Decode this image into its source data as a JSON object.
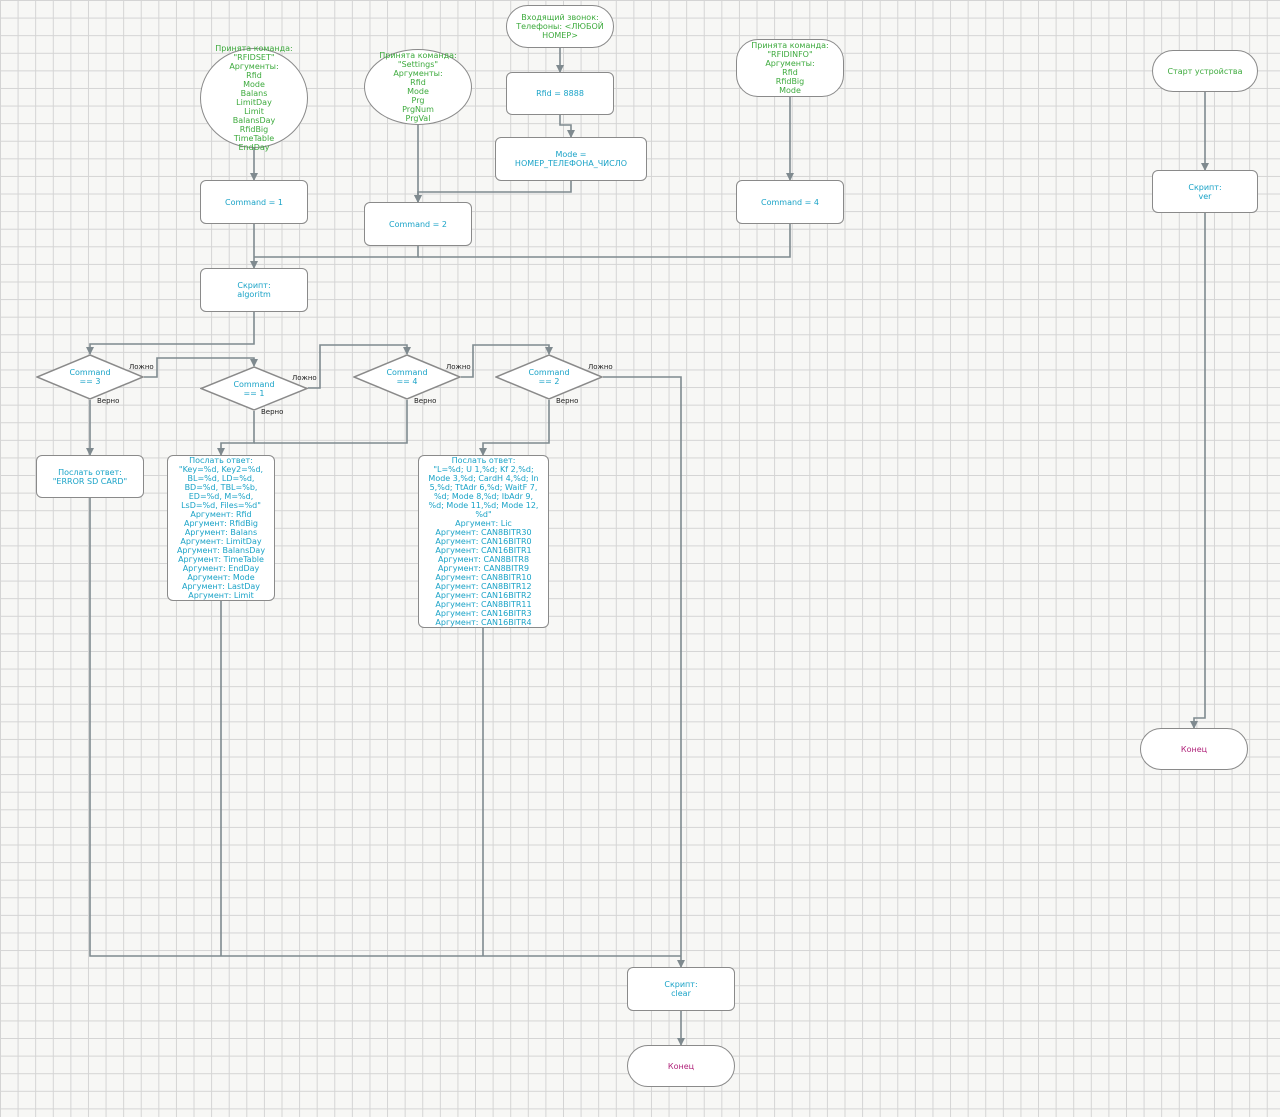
{
  "colors": {
    "line": "#7f8a8f",
    "border": "#8a8a8a",
    "trigger_text": "#3daa3d",
    "action_text": "#1aa3c7",
    "end_text": "#b0237a"
  },
  "nodes": {
    "cmd_rfidset": "Принята команда:\n\"RFIDSET\"\nАргументы:\nRfid\nMode\nBalans\nLimitDay\nLimit\nBalansDay\nRfidBig\nTimeTable\nEndDay",
    "cmd_settings": "Принята команда:\n\"Settings\"\nАргументы:\nRfid\nMode\nPrg\nPrgNum\nPrgVal",
    "incoming_call": "Входящий звонок:\nТелефоны: <ЛЮБОЙ\nНОМЕР>",
    "rfid_8888": "Rfid = 8888",
    "mode_phone": "Mode =\nНОМЕР_ТЕЛЕФОНА_ЧИСЛО",
    "cmd_rfidinfo": "Принята команда:\n\"RFIDINFO\"\nАргументы:\nRfid\nRfidBig\nMode",
    "device_start": "Старт устройства",
    "command_1": "Command = 1",
    "command_2": "Command = 2",
    "command_4": "Command = 4",
    "script_ver": "Скрипт:\nver",
    "script_algoritm": "Скрипт:\nalgoritm",
    "dec_cmd3": "Command\n== 3",
    "dec_cmd1": "Command\n== 1",
    "dec_cmd4": "Command\n== 4",
    "dec_cmd2": "Command\n== 2",
    "send_error": "Послать ответ:\n\"ERROR SD CARD\"",
    "send_keys": "Послать ответ:\n\"Key=%d, Key2=%d,\nBL=%d, LD=%d,\nBD=%d, TBL=%b,\nED=%d, M=%d,\nLsD=%d, Files=%d\"\nАргумент: Rfid\nАргумент: RfidBig\nАргумент: Balans\nАргумент: LimitDay\nАргумент: BalansDay\nАргумент: TimeTable\nАргумент: EndDay\nАргумент: Mode\nАргумент: LastDay\nАргумент: Limit",
    "send_can": "Послать ответ:\n\"L=%d; U 1,%d; Kf 2,%d;\nMode 3,%d; CardH 4,%d; In\n5,%d; TtAdr 6,%d; WaitF 7,\n%d; Mode 8,%d; IbAdr 9,\n%d; Mode 11,%d; Mode 12,\n%d\"\nАргумент: Lic\nАргумент: CAN8BITR30\nАргумент: CAN16BITR0\nАргумент: CAN16BITR1\nАргумент: CAN8BITR8\nАргумент: CAN8BITR9\nАргумент: CAN8BITR10\nАргумент: CAN8BITR12\nАргумент: CAN16BITR2\nАргумент: CAN8BITR11\nАргумент: CAN16BITR3\nАргумент: CAN16BITR4",
    "end_right": "Конец",
    "script_clear": "Скрипт:\nclear",
    "end_bottom": "Конец"
  },
  "labels": {
    "false": "Ложно",
    "true": "Верно"
  }
}
